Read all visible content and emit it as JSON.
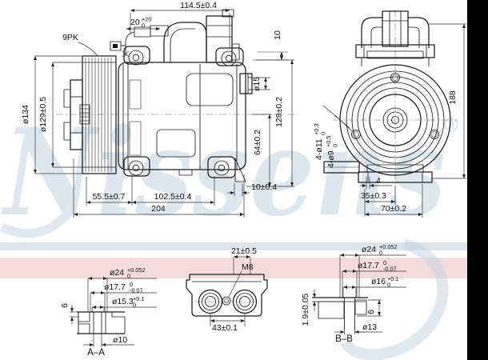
{
  "watermark": {
    "name": "Nissens",
    "reg": "®",
    "color": "#bdd0df"
  },
  "colors": {
    "band_blue": "#dbe5ed",
    "band_pink": "#f4dbde",
    "black_bar": "#000000"
  },
  "side": {
    "w": "114.5±0.4",
    "d20": {
      "m": "20",
      "sup": "+20",
      "sub": "0"
    },
    "pk": "9PK",
    "d10t": "10",
    "d134": "ø134",
    "d129": "ø129±0.5",
    "d15": "ø15",
    "d128": "128±0.2",
    "d64": "64±0.2",
    "d10": "10±0.4",
    "d555": "55.5±0.7",
    "d1025": "102.5±0.4",
    "d204": "204"
  },
  "front": {
    "d188": "188",
    "h11": {
      "m": "4-ø11",
      "sup": "+0.3",
      "sub": "0"
    },
    "h9": {
      "m": "4-ø9",
      "sup": "+0.5",
      "sub": "0"
    },
    "d4": "4",
    "d35": "35±0.3",
    "d70": "70±0.2"
  },
  "aa": {
    "d24": {
      "m": "ø24",
      "sup": "+0.052",
      "sub": "0"
    },
    "d177": {
      "m": "ø17.7",
      "sup": "0",
      "sub": "-0.07"
    },
    "d153": {
      "m": "ø15.3",
      "sup": "+0.1",
      "sub": "0"
    },
    "d6": "6",
    "d10": "ø10",
    "label": "A–A"
  },
  "ports": {
    "d21": "21±0.5",
    "m8": "M8",
    "d43": "43±0.1"
  },
  "bb": {
    "d24": {
      "m": "ø24",
      "sup": "+0.052",
      "sub": "0"
    },
    "d177": {
      "m": "ø17.7",
      "sup": "0",
      "sub": "-0.07"
    },
    "d16": {
      "m": "ø16",
      "sup": "+0.1",
      "sub": "0"
    },
    "d6": "6",
    "d13": "ø13",
    "d19": "1.9±0.05",
    "label": "B–B"
  }
}
